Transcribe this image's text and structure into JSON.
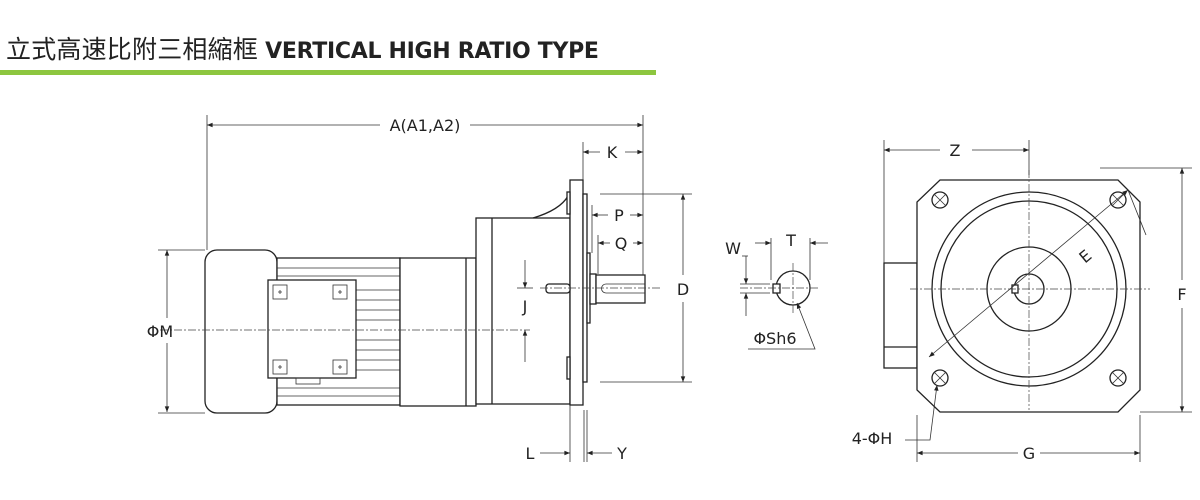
{
  "header": {
    "title_zh": "立式高速比附三相縮框",
    "title_en": "VERTICAL HIGH RATIO TYPE",
    "rule_color": "#8dc63f"
  },
  "side_view": {
    "labels": {
      "A": "A(A1,A2)",
      "K": "K",
      "P": "P",
      "Q": "Q",
      "D": "D",
      "J": "J",
      "M": "ΦM",
      "L": "L",
      "Y": "Y"
    }
  },
  "key_view": {
    "labels": {
      "W": "W",
      "T": "T",
      "S": "ΦSh6"
    }
  },
  "front_view": {
    "labels": {
      "Z": "Z",
      "E": "E",
      "F": "F",
      "G": "G",
      "H": "4-ΦH"
    }
  }
}
